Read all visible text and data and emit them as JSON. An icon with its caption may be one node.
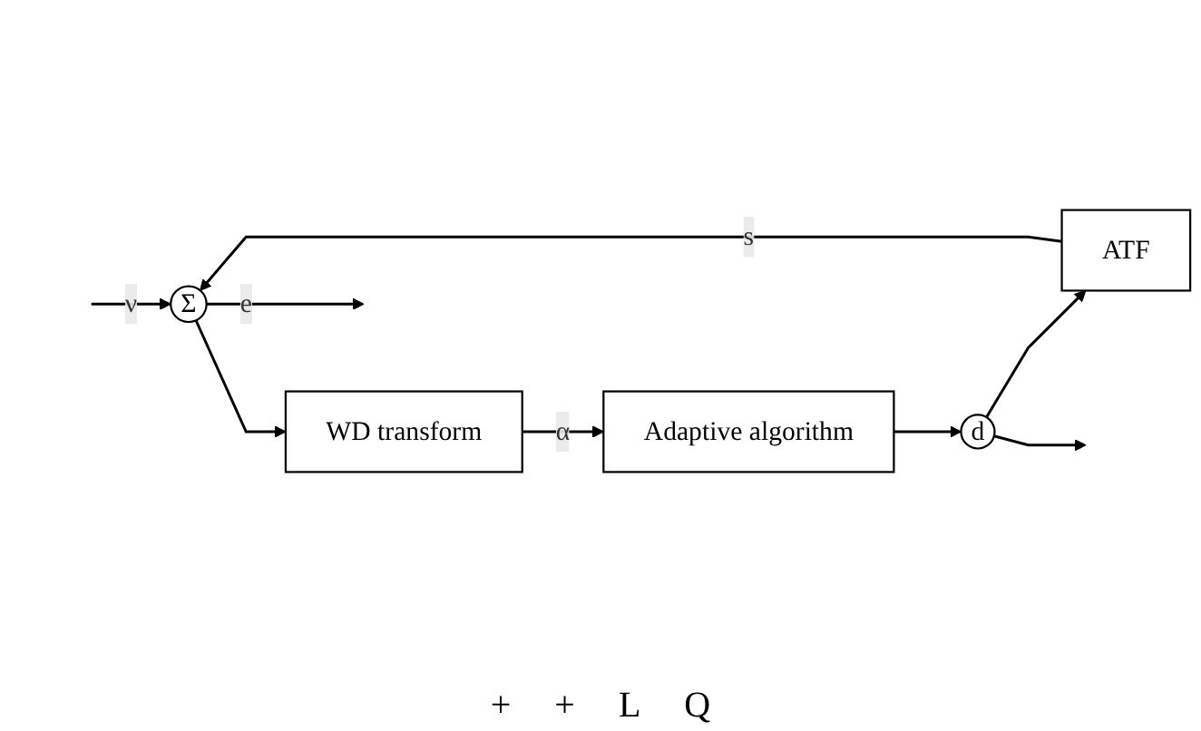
{
  "diagram": {
    "nodes": [
      {
        "text": [
          "Σ"
        ]
      },
      {
        "text": [
          "d"
        ]
      },
      {
        "text": [
          "ATF"
        ]
      },
      {
        "text": [
          "Adaptive algorithm"
        ]
      },
      {
        "text": [
          "WD transform"
        ]
      }
    ],
    "edges": [
      {
        "from": null,
        "to": 0,
        "arrow": "to",
        "label": "ν"
      },
      {
        "from": 0,
        "to": null,
        "arrow": "to",
        "label": "e"
      },
      {
        "from": 0,
        "to": 4,
        "arrow": "to"
      },
      {
        "from": 4,
        "to": 3,
        "arrow": "to",
        "label": "α"
      },
      {
        "from": 3,
        "to": 1,
        "arrow": "to"
      },
      {
        "from": 1,
        "to": 2,
        "arrow": "to"
      },
      {
        "from": 2,
        "to": 0,
        "arrow": "to",
        "label": "s"
      },
      {
        "from": 1,
        "to": null,
        "arrow": "to"
      }
    ],
    "labels": [
      "+",
      "+",
      "L",
      "Q"
    ]
  }
}
